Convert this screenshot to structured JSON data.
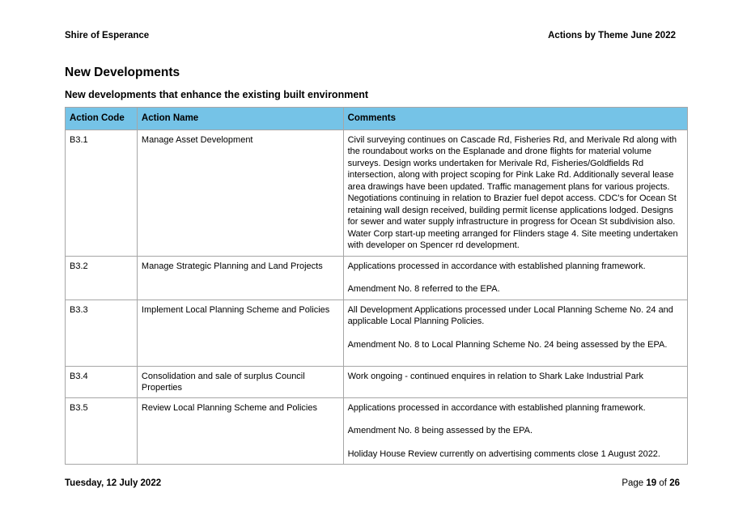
{
  "header": {
    "left": "Shire of Esperance",
    "right": "Actions by Theme June 2022"
  },
  "section_title": "New Developments",
  "subtitle": "New developments that enhance the existing built environment",
  "table": {
    "columns": [
      "Action Code",
      "Action Name",
      "Comments"
    ],
    "rows": [
      {
        "code": "B3.1",
        "name": "Manage Asset Development",
        "comments": [
          "Civil surveying continues on Cascade Rd, Fisheries Rd, and Merivale Rd along with the roundabout works on the Esplanade and drone flights for material volume surveys. Design works undertaken for Merivale Rd, Fisheries/Goldfields Rd intersection, along with project scoping for Pink Lake Rd. Additionally several lease area drawings have been updated. Traffic management plans for various projects. Negotiations continuing in relation to Brazier fuel depot access. CDC's for Ocean St retaining wall design received, building permit license applications lodged. Designs for sewer and water supply infrastructure in progress for Ocean St subdivision also.  Water Corp start-up meeting arranged for Flinders stage 4. Site meeting undertaken with developer on Spencer rd development."
        ]
      },
      {
        "code": "B3.2",
        "name": "Manage Strategic Planning and Land Projects",
        "comments": [
          "Applications processed in accordance with established planning framework.",
          "Amendment No. 8 referred to the EPA."
        ]
      },
      {
        "code": "B3.3",
        "name": "Implement Local Planning Scheme and Policies",
        "comments": [
          "All Development Applications processed under Local Planning Scheme No. 24 and applicable Local Planning Policies.",
          "Amendment No. 8 to Local Planning Scheme No. 24 being assessed by the EPA."
        ]
      },
      {
        "code": "B3.4",
        "name": "Consolidation and sale of surplus Council Properties",
        "comments": [
          "Work ongoing - continued enquires in relation to Shark Lake Industrial Park"
        ]
      },
      {
        "code": "B3.5",
        "name": "Review Local Planning Scheme and Policies",
        "comments": [
          "Applications processed in accordance with established planning framework.",
          "Amendment No. 8 being assessed by the EPA.",
          "Holiday House Review currently on advertising comments close 1 August 2022."
        ]
      }
    ]
  },
  "footer": {
    "date": "Tuesday, 12 July 2022",
    "page_prefix": "Page",
    "page_current": "19",
    "page_of": "of",
    "page_total": "26"
  },
  "colors": {
    "table_header_bg": "#75c3e7",
    "border": "#a6a6a6"
  }
}
